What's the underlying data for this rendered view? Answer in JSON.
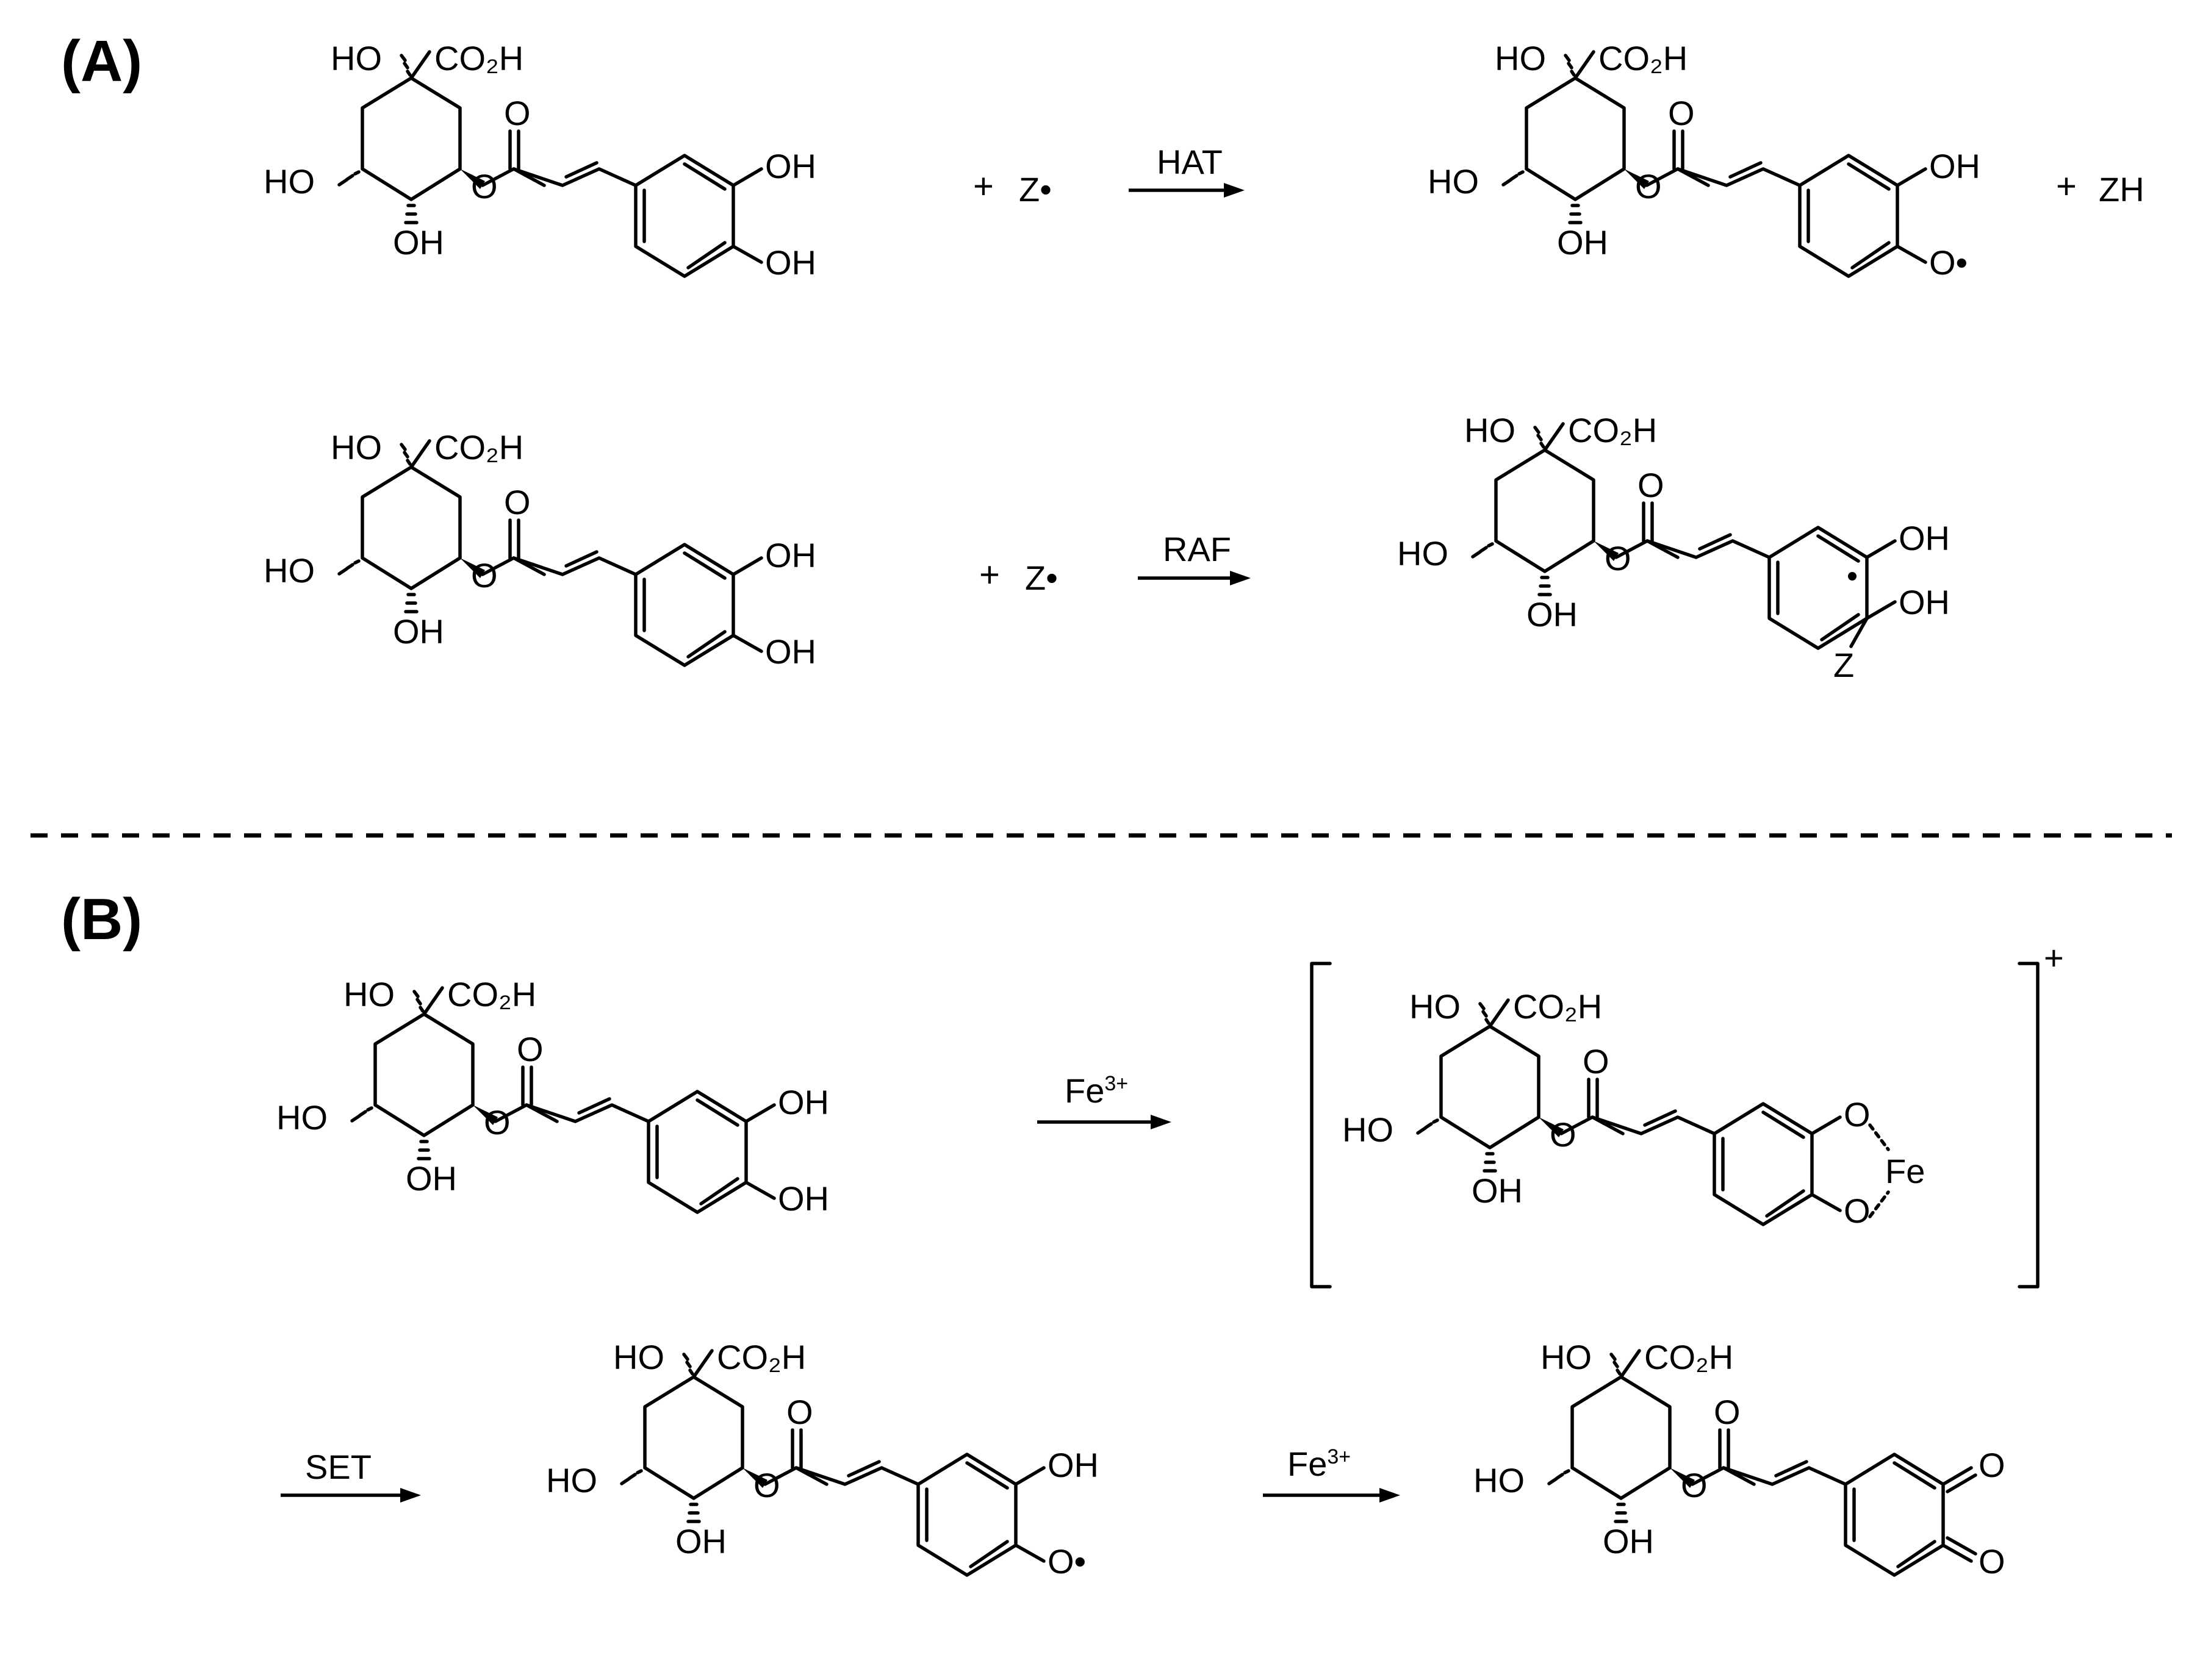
{
  "panels": [
    {
      "id": "A",
      "label": "(A)"
    },
    {
      "id": "B",
      "label": "(B)"
    }
  ],
  "labels": {
    "ho": "HO",
    "oh": "OH",
    "co2h": "CO₂H",
    "o": "O",
    "fe": "Fe",
    "z": "Z",
    "radical_z": "Z•",
    "zh": "ZH",
    "oxyradical": "O•",
    "plus": "+"
  },
  "reactions": {
    "hat": "HAT",
    "raf": "RAF",
    "set": "SET",
    "fe_base": "Fe",
    "fe_charge": "3+"
  },
  "complex_charge": "+"
}
